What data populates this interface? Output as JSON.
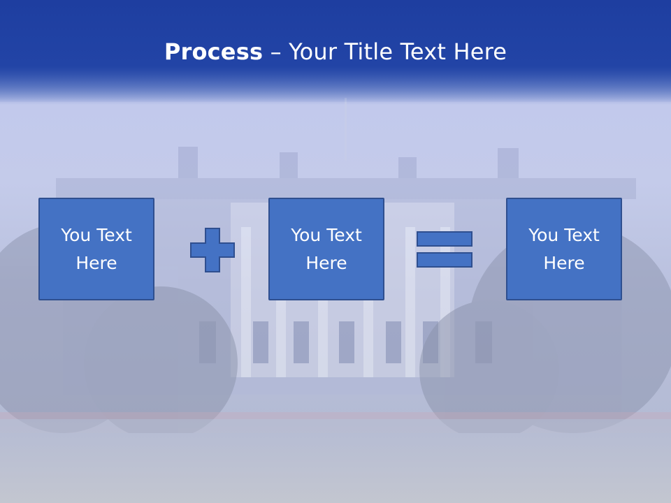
{
  "slide": {
    "title_bold": "Process",
    "title_rest": " – Your Title Text Here",
    "boxes": [
      {
        "text": "You Text Here"
      },
      {
        "text": "You Text Here"
      },
      {
        "text": "You Text Here"
      }
    ],
    "operators": [
      "plus-icon",
      "equals-icon"
    ],
    "colors": {
      "header": "#2245a6",
      "box_fill": "#4472c4",
      "box_border": "#2f4f8f",
      "text": "#ffffff"
    }
  }
}
